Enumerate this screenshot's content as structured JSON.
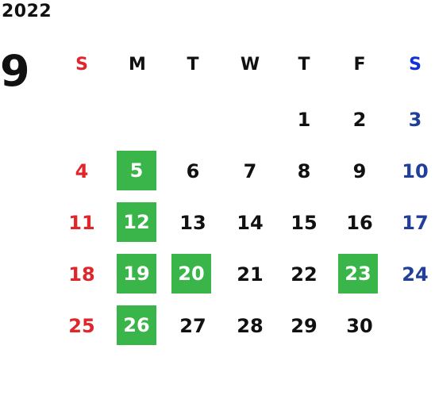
{
  "calendar": {
    "year": "2022",
    "month": "9",
    "weekdays": [
      "S",
      "M",
      "T",
      "W",
      "T",
      "F",
      "S"
    ],
    "highlight_color": "#3ab54a",
    "weekend_colors": {
      "sunday": "#e0262a",
      "saturday": "#1f3f9a"
    },
    "weeks": [
      [
        "",
        "",
        "",
        "",
        "1",
        "2",
        "3"
      ],
      [
        "4",
        "5",
        "6",
        "7",
        "8",
        "9",
        "10"
      ],
      [
        "11",
        "12",
        "13",
        "14",
        "15",
        "16",
        "17"
      ],
      [
        "18",
        "19",
        "20",
        "21",
        "22",
        "23",
        "24"
      ],
      [
        "25",
        "26",
        "27",
        "28",
        "29",
        "30",
        ""
      ]
    ],
    "highlighted_days": [
      "5",
      "12",
      "19",
      "20",
      "23",
      "26"
    ]
  }
}
